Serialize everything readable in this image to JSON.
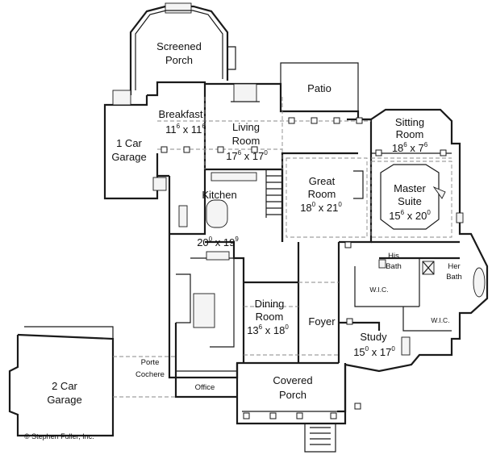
{
  "rooms": {
    "screened_porch": [
      "Screened",
      "Porch"
    ],
    "breakfast": {
      "name": "Breakfast",
      "w": "11",
      "w_in": "6",
      "d": "11",
      "d_in": "6"
    },
    "living_room": {
      "name": [
        "Living",
        "Room"
      ],
      "w": "17",
      "w_in": "6",
      "d": "17",
      "d_in": "0"
    },
    "patio": "Patio",
    "sitting_room": {
      "name": [
        "Sitting",
        "Room"
      ],
      "w": "18",
      "w_in": "6",
      "d": "7",
      "d_in": "6"
    },
    "one_car_garage": [
      "1 Car",
      "Garage"
    ],
    "kitchen": {
      "name": "Kitchen",
      "w": "20",
      "w_in": "0",
      "d": "19",
      "d_in": "9"
    },
    "great_room": {
      "name": [
        "Great",
        "Room"
      ],
      "w": "18",
      "w_in": "0",
      "d": "21",
      "d_in": "0"
    },
    "master_suite": {
      "name": [
        "Master",
        "Suite"
      ],
      "w": "15",
      "w_in": "6",
      "d": "20",
      "d_in": "0"
    },
    "his_bath": [
      "His",
      "Bath"
    ],
    "her_bath": [
      "Her",
      "Bath"
    ],
    "wic_1": "W.I.C.",
    "wic_2": "W.I.C.",
    "dining_room": {
      "name": [
        "Dining",
        "Room"
      ],
      "w": "13",
      "w_in": "6",
      "d": "18",
      "d_in": "0"
    },
    "foyer": "Foyer",
    "study": {
      "name": "Study",
      "w": "15",
      "w_in": "0",
      "d": "17",
      "d_in": "0"
    },
    "two_car_garage": [
      "2 Car",
      "Garage"
    ],
    "porte_cochere": [
      "Porte",
      "Cochere"
    ],
    "office": "Office",
    "covered_porch": [
      "Covered",
      "Porch"
    ]
  },
  "credit": "© Stephen Fuller, Inc."
}
